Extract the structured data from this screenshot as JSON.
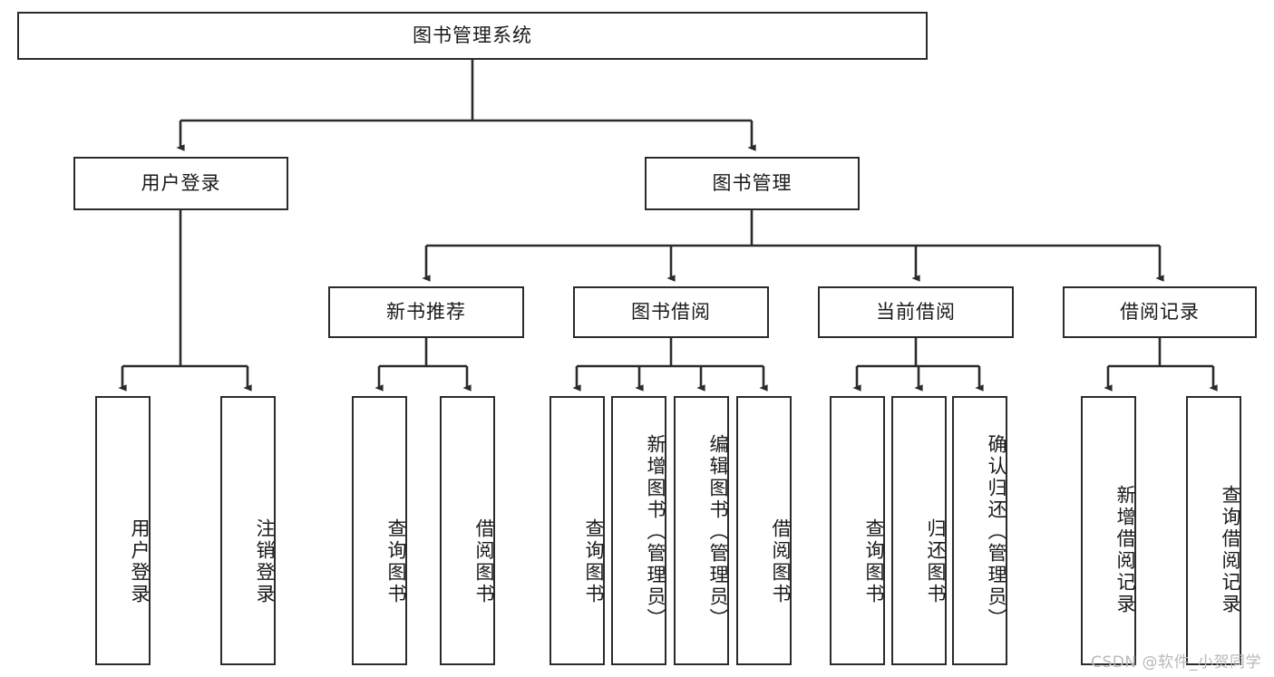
{
  "diagram": {
    "title": "图书管理系统",
    "type": "tree-hierarchy-chart",
    "watermark": "CSDN @软件_小贺同学",
    "colors": {
      "node_border": "#2b2b2b",
      "node_fill": "#ffffff",
      "edge": "#2b2b2b",
      "text": "#1a1a1a",
      "watermark": "#b9b9b9",
      "background": "#ffffff"
    },
    "root": {
      "label": "图书管理系统"
    },
    "level2": [
      {
        "label": "用户登录"
      },
      {
        "label": "图书管理"
      }
    ],
    "level3": [
      {
        "label": "新书推荐"
      },
      {
        "label": "图书借阅"
      },
      {
        "label": "当前借阅"
      },
      {
        "label": "借阅记录"
      }
    ],
    "leaves": {
      "user_login": [
        {
          "label": "用户登录"
        },
        {
          "label": "注销登录"
        }
      ],
      "new_book_recommend": [
        {
          "label": "查询图书"
        },
        {
          "label": "借阅图书"
        }
      ],
      "book_borrow": [
        {
          "label": "查询图书"
        },
        {
          "label": "新增图书（管理员）"
        },
        {
          "label": "编辑图书（管理员）"
        },
        {
          "label": "借阅图书"
        }
      ],
      "current_borrow": [
        {
          "label": "查询图书"
        },
        {
          "label": "归还图书"
        },
        {
          "label": "确认归还（管理员）"
        }
      ],
      "borrow_record": [
        {
          "label": "新增借阅记录"
        },
        {
          "label": "查询借阅记录"
        }
      ]
    }
  }
}
